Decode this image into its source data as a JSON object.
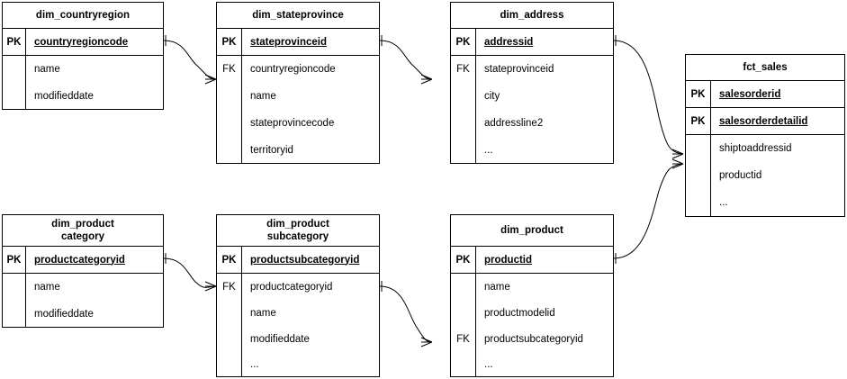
{
  "diagram": {
    "title": "star-schema-er-diagram",
    "background": "#ffffff",
    "line_color": "#000000",
    "notation": "crows-foot"
  },
  "entities": [
    {
      "id": "dim_countryregion",
      "name": "dim_countryregion",
      "name_line2": "",
      "keys": [
        {
          "key": "PK",
          "field": "countryregioncode"
        }
      ],
      "attributes": [
        {
          "key": "",
          "field": "name"
        },
        {
          "key": "",
          "field": "modifieddate"
        }
      ]
    },
    {
      "id": "dim_stateprovince",
      "name": "dim_stateprovince",
      "name_line2": "",
      "keys": [
        {
          "key": "PK",
          "field": "stateprovinceid"
        }
      ],
      "attributes": [
        {
          "key": "FK",
          "field": "countryregioncode"
        },
        {
          "key": "",
          "field": "name"
        },
        {
          "key": "",
          "field": "stateprovincecode"
        },
        {
          "key": "",
          "field": "territoryid"
        }
      ]
    },
    {
      "id": "dim_address",
      "name": "dim_address",
      "name_line2": "",
      "keys": [
        {
          "key": "PK",
          "field": "addressid"
        }
      ],
      "attributes": [
        {
          "key": "FK",
          "field": "stateprovinceid"
        },
        {
          "key": "",
          "field": "city"
        },
        {
          "key": "",
          "field": "addressline2"
        },
        {
          "key": "",
          "field": "..."
        }
      ]
    },
    {
      "id": "fct_sales",
      "name": "fct_sales",
      "name_line2": "",
      "keys": [
        {
          "key": "PK",
          "field": "salesorderid"
        },
        {
          "key": "PK",
          "field": "salesorderdetailid"
        }
      ],
      "attributes": [
        {
          "key": "",
          "field": "shiptoaddressid"
        },
        {
          "key": "",
          "field": "productid"
        },
        {
          "key": "",
          "field": "..."
        }
      ]
    },
    {
      "id": "dim_productcategory",
      "name": "dim_product",
      "name_line2": "category",
      "keys": [
        {
          "key": "PK",
          "field": "productcategoryid"
        }
      ],
      "attributes": [
        {
          "key": "",
          "field": "name"
        },
        {
          "key": "",
          "field": "modifieddate"
        }
      ]
    },
    {
      "id": "dim_productsubcategory",
      "name": "dim_product",
      "name_line2": "subcategory",
      "keys": [
        {
          "key": "PK",
          "field": "productsubcategoryid"
        }
      ],
      "attributes": [
        {
          "key": "FK",
          "field": "productcategoryid"
        },
        {
          "key": "",
          "field": "name"
        },
        {
          "key": "",
          "field": "modifieddate"
        },
        {
          "key": "",
          "field": "..."
        }
      ]
    },
    {
      "id": "dim_product",
      "name": "dim_product",
      "name_line2": "",
      "keys": [
        {
          "key": "PK",
          "field": "productid"
        }
      ],
      "attributes": [
        {
          "key": "",
          "field": "name"
        },
        {
          "key": "",
          "field": "productmodelid"
        },
        {
          "key": "FK",
          "field": "productsubcategoryid"
        },
        {
          "key": "",
          "field": "..."
        }
      ]
    }
  ],
  "relationships": [
    {
      "from": "dim_countryregion.countryregioncode",
      "to": "dim_stateprovince.countryregioncode",
      "cardinality": "one-to-many"
    },
    {
      "from": "dim_stateprovince.stateprovinceid",
      "to": "dim_address.stateprovinceid",
      "cardinality": "one-to-many"
    },
    {
      "from": "dim_address.addressid",
      "to": "fct_sales.shiptoaddressid",
      "cardinality": "one-to-many"
    },
    {
      "from": "dim_product.productid",
      "to": "fct_sales.productid",
      "cardinality": "one-to-many"
    },
    {
      "from": "dim_productcategory.productcategoryid",
      "to": "dim_productsubcategory.productcategoryid",
      "cardinality": "one-to-many"
    },
    {
      "from": "dim_productsubcategory.productsubcategoryid",
      "to": "dim_product.productsubcategoryid",
      "cardinality": "one-to-many"
    }
  ]
}
